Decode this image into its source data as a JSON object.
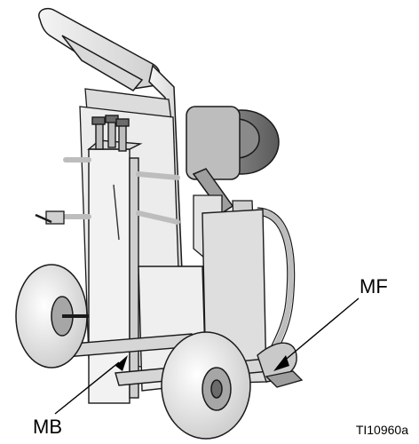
{
  "labels": {
    "mf": "MF",
    "mb": "MB"
  },
  "figure_id": "TI10960a",
  "colors": {
    "outline": "#1a1a1a",
    "light_gray": "#e6e6e6",
    "mid_gray": "#bdbdbd",
    "dark_gray": "#6b6b6b"
  }
}
